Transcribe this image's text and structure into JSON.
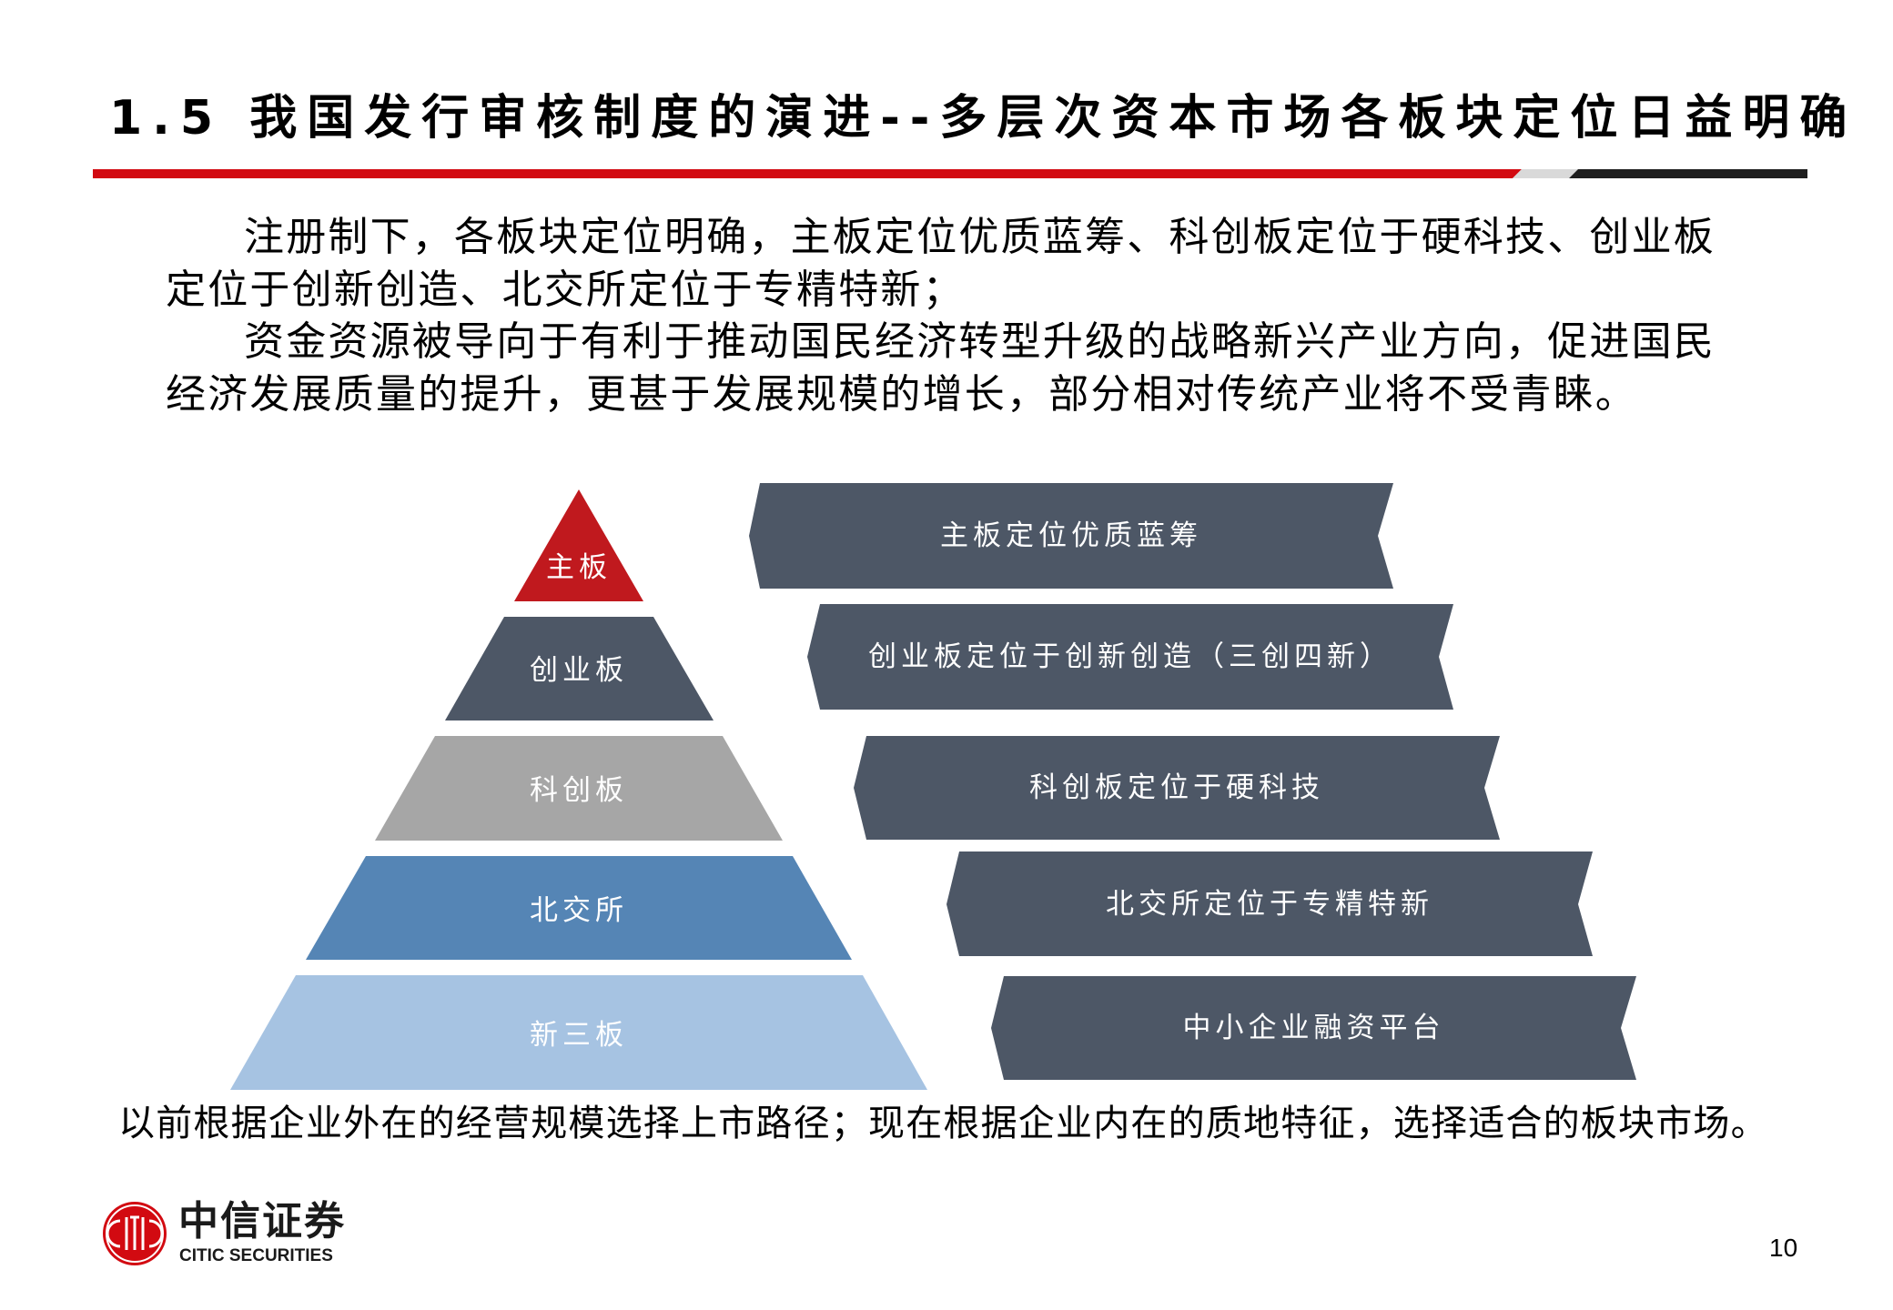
{
  "slide": {
    "title": "1.5 我国发行审核制度的演进--多层次资本市场各板块定位日益明确",
    "page_number": "10"
  },
  "body": {
    "paragraphs": [
      "注册制下，各板块定位明确，主板定位优质蓝筹、科创板定位于硬科技、创业板定位于创新创造、北交所定位于专精特新；",
      "资金资源被导向于有利于推动国民经济转型升级的战略新兴产业方向，促进国民经济发展质量的提升，更甚于发展规模的增长，部分相对传统产业将不受青睐。"
    ]
  },
  "pyramid": {
    "tiers": [
      {
        "label": "主板",
        "color": "#C0191E"
      },
      {
        "label": "创业板",
        "color": "#4D5766"
      },
      {
        "label": "科创板",
        "color": "#A6A6A6"
      },
      {
        "label": "北交所",
        "color": "#5585B5"
      },
      {
        "label": "新三板",
        "color": "#A6C3E2"
      }
    ]
  },
  "positioning": {
    "color": "#4D5766",
    "items": [
      {
        "label": "主板定位优质蓝筹"
      },
      {
        "label": "创业板定位于创新创造（三创四新）"
      },
      {
        "label": "科创板定位于硬科技"
      },
      {
        "label": "北交所定位于专精特新"
      },
      {
        "label": "中小企业融资平台"
      }
    ]
  },
  "caption": "以前根据企业外在的经营规模选择上市路径；现在根据企业内在的质地特征，选择适合的板块市场。",
  "footer": {
    "logo_cn": "中信证券",
    "logo_en": "CITIC SECURITIES",
    "logo_icon": "citic-logo-icon"
  },
  "colors": {
    "accent_red": "#D20A11",
    "bar_gray": "#D9D9D9",
    "bar_black": "#1E1E1E"
  }
}
